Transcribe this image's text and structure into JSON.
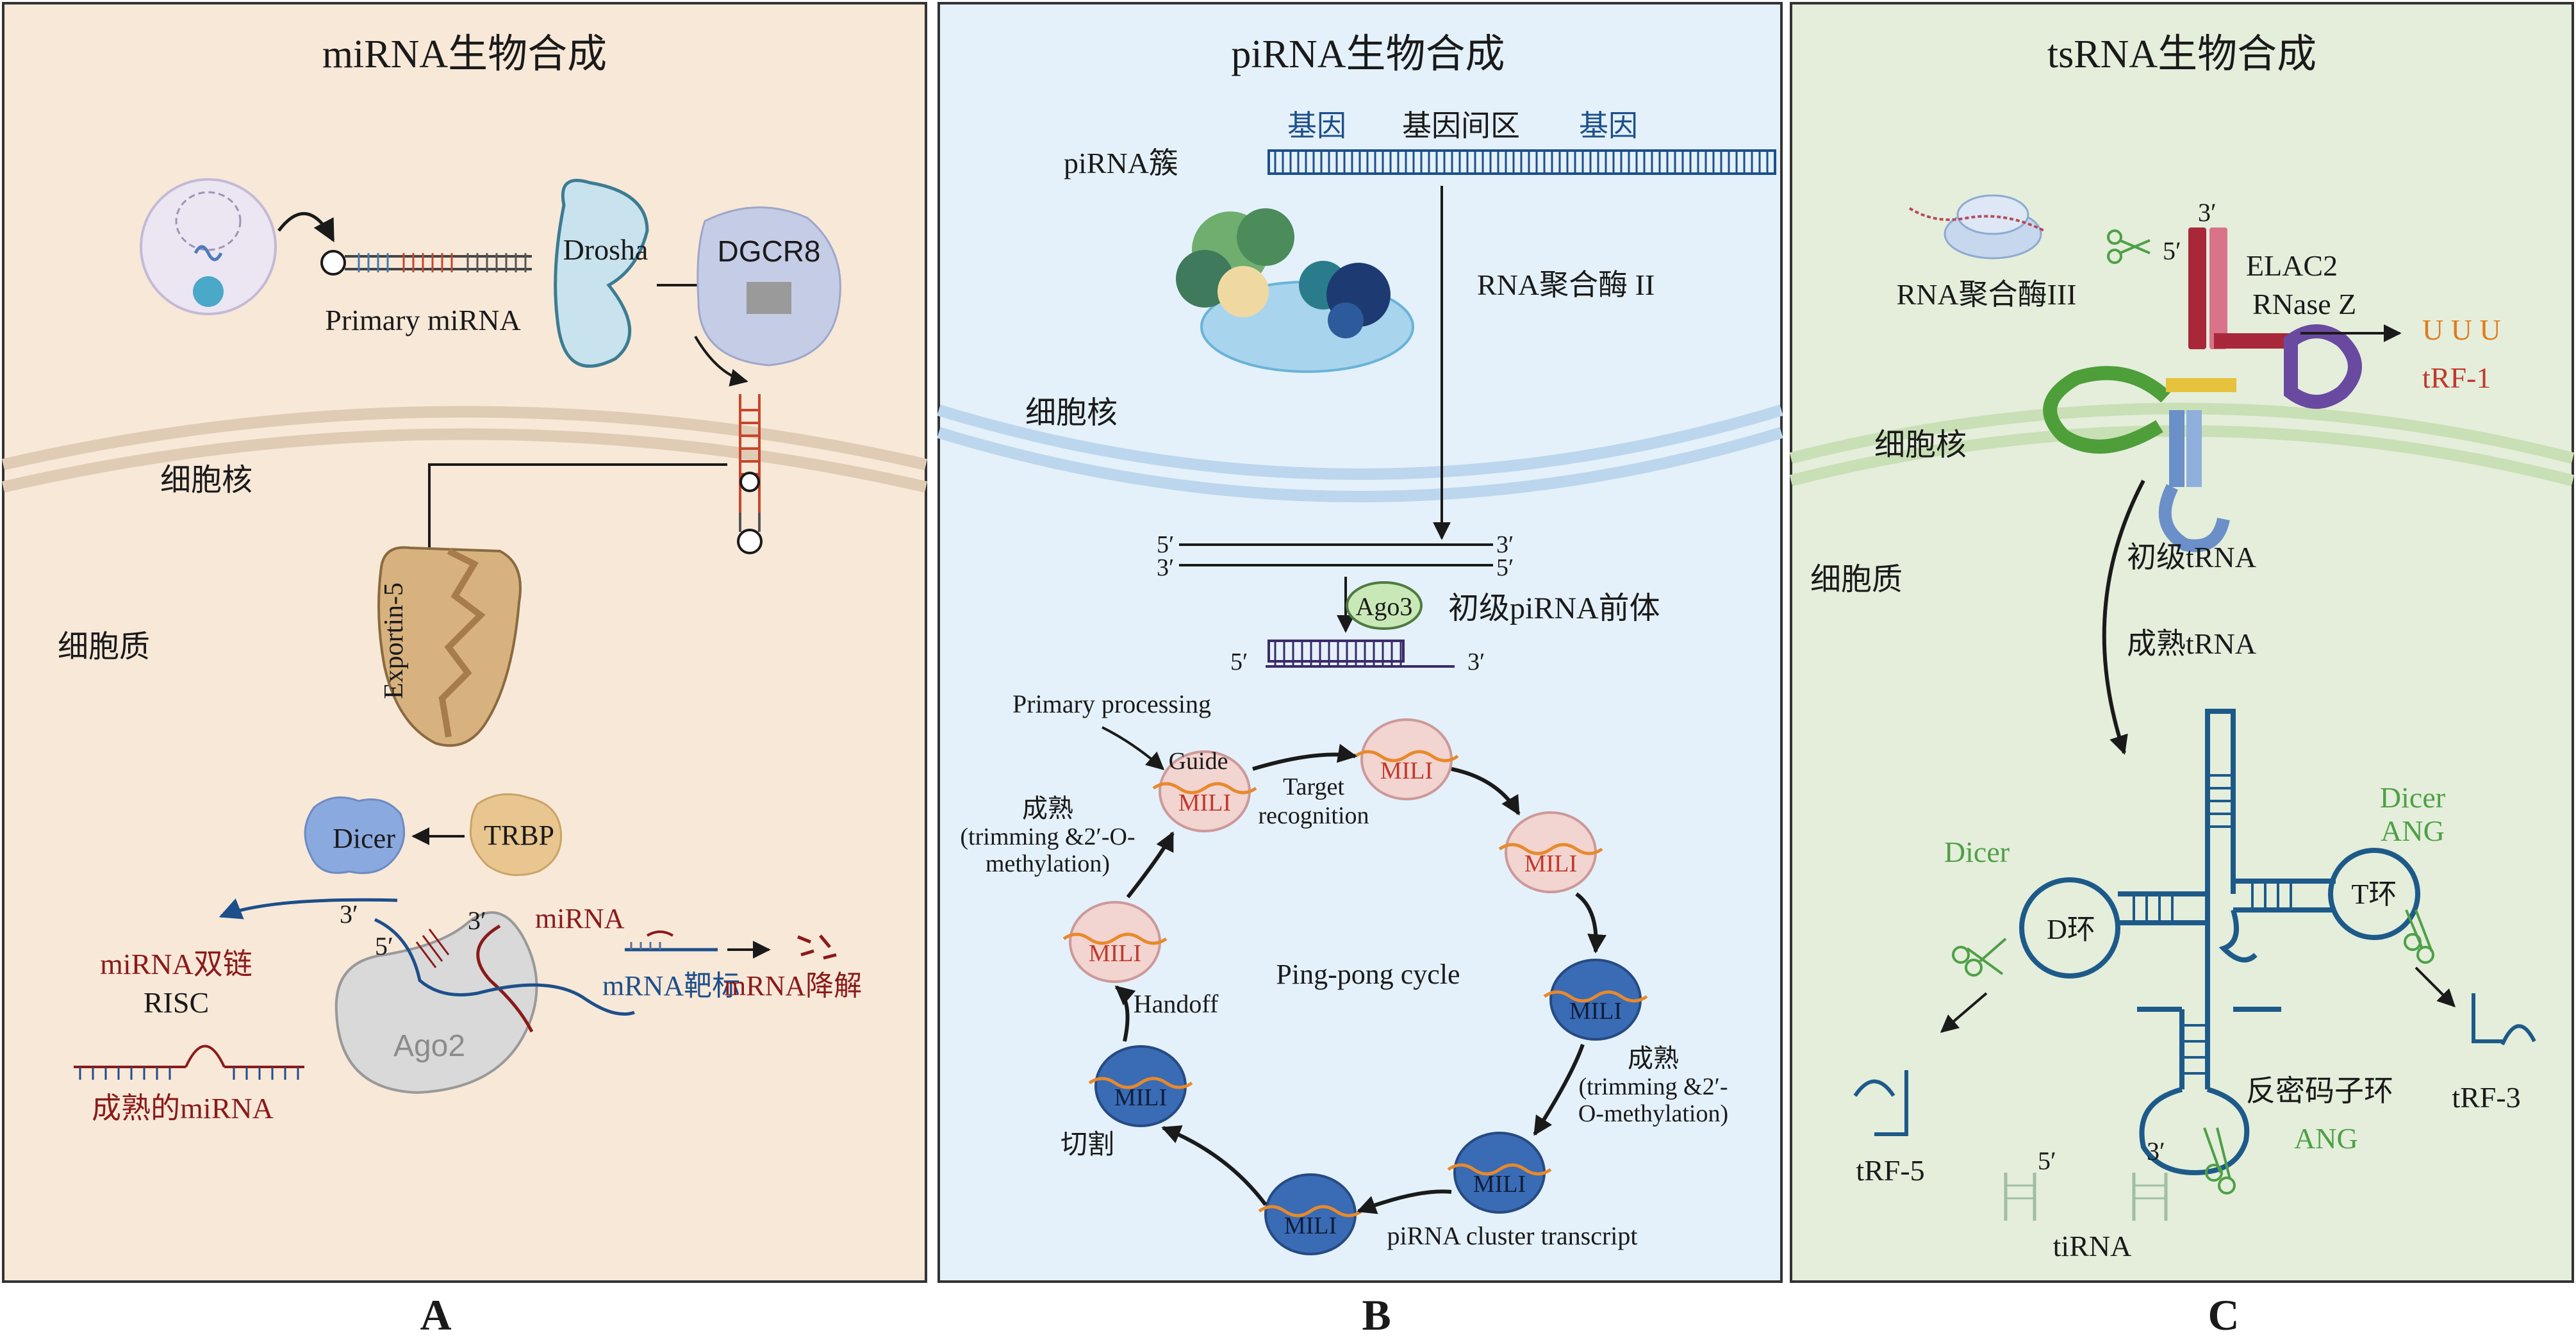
{
  "panels": {
    "a": {
      "title": "miRNA生物合成",
      "letter": "A",
      "primary_mirna": "Primary miRNA",
      "drosha": "Drosha",
      "dgcr8": "DGCR8",
      "nucleus": "细胞核",
      "cytoplasm": "细胞质",
      "exportin": "Exportin-5",
      "dicer": "Dicer",
      "trbp": "TRBP",
      "three_prime": "3′",
      "five_prime": "5′",
      "mirna": "miRNA",
      "mirna_duplex": "miRNA双链",
      "risc": "RISC",
      "ago2": "Ago2",
      "mrna_target": "mRNA靶标",
      "mrna_degradation": "mRNA降解",
      "mature_mirna": "成熟的miRNA"
    },
    "b": {
      "title": "piRNA生物合成",
      "letter": "B",
      "gene_left": "基因",
      "intergenic": "基因间区",
      "gene_right": "基因",
      "cluster": "piRNA簇",
      "polymerase": "RNA聚合酶 II",
      "nucleus": "细胞核",
      "five_prime": "5′",
      "three_prime": "3′",
      "ago3": "Ago3",
      "precursor": "初级piRNA前体",
      "primary_processing": "Primary processing",
      "guide": "Guide",
      "mili": "MILI",
      "target_recognition_1": "Target",
      "target_recognition_2": "recognition",
      "maturation_left_1": "成熟",
      "maturation_left_2": "(trimming &2′-O-",
      "maturation_left_3": "methylation)",
      "handoff": "Handoff",
      "ping_pong": "Ping-pong  cycle",
      "maturation_right_1": "成熟",
      "maturation_right_2": "(trimming &2′-",
      "maturation_right_3": "O-methylation)",
      "cleavage": "切割",
      "cluster_transcript": "piRNA  cluster transcript"
    },
    "c": {
      "title": "tsRNA生物合成",
      "letter": "C",
      "pol3": "RNA聚合酶III",
      "elac2": "ELAC2",
      "rnase_z": "RNase Z",
      "uuu": "U U U",
      "trf1": "tRF-1",
      "nucleus": "细胞核",
      "cytoplasm": "细胞质",
      "primary_trna": "初级tRNA",
      "mature_trna": "成熟tRNA",
      "three_prime": "3′",
      "five_prime": "5′",
      "dicer": "Dicer",
      "dicer_ang_1": "Dicer",
      "dicer_ang_2": "ANG",
      "d_loop": "D环",
      "t_loop": "T环",
      "anticodon_loop": "反密码子环",
      "ang": "ANG",
      "trf5": "tRF-5",
      "trf3": "tRF-3",
      "tirna": "tiRNA"
    }
  },
  "colors": {
    "panel_a_bg": "#f8e8d8",
    "panel_b_bg": "#e4f1fa",
    "panel_c_bg": "#e4eedb",
    "mirna_red": "#8b1a1a",
    "mrna_blue": "#1d4f8a",
    "mili_blue": "#2e5fa8",
    "green_label": "#4ea046",
    "orange_label": "#e07b1a"
  }
}
